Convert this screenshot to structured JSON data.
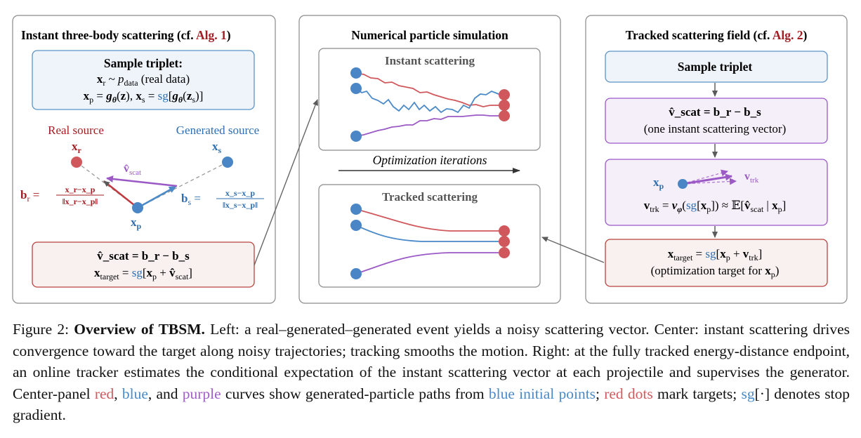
{
  "left_panel": {
    "title": "Instant three-body scattering (cf.",
    "title_ref": "Alg. 1",
    "title_close": ")",
    "triplet_box": {
      "title": "Sample triplet:",
      "line1": "x_r ~ p_data (real data)",
      "line1_suffix": "(real data)",
      "line2": "x_p = g_θ(z), x_s = sg[g_θ(z_s)]"
    },
    "real_source": "Real source",
    "generated_source": "Generated source",
    "x_r": "x",
    "x_r_sub": "r",
    "x_s": "x",
    "x_s_sub": "s",
    "x_p": "x",
    "x_p_sub": "p",
    "v_scat": "v̂",
    "v_scat_sub": "scat",
    "b_r_lhs": "b",
    "b_r_lhs_sub": "r",
    "b_r_num": "x_r−x_p",
    "b_r_den": "‖x_r−x_p‖",
    "b_s_lhs": "b",
    "b_s_lhs_sub": "s",
    "b_s_num": "x_s−x_p",
    "b_s_den": "‖x_s−x_p‖",
    "bottom_line1": "v̂_scat = b_r − b_s",
    "bottom_line2": "x_target = sg[x_p + v̂_scat]"
  },
  "center_panel": {
    "title": "Numerical particle simulation",
    "top_subtitle": "Instant scattering",
    "arrow_label": "Optimization iterations",
    "bottom_subtitle": "Tracked scattering"
  },
  "right_panel": {
    "title": "Tracked scattering field (cf.",
    "title_ref": "Alg. 2",
    "title_close": ")",
    "box1": "Sample triplet",
    "box2_line1": "v̂_scat = b_r − b_s",
    "box2_line2": "(one instant scattering vector)",
    "box3_xp": "x_p",
    "box3_vtrk": "v_trk",
    "box3_formula": "v_trk = v_φ(sg[x_p]) ≈ E[v̂_scat | x_p]",
    "box4_line1": "x_target = sg[x_p + v_trk]",
    "box4_line2": "(optimization target for x_p)"
  },
  "caption": {
    "label": "Figure 2:",
    "bold": "Overview of TBSM.",
    "t1": "Left: a real–generated–generated event yields a noisy scattering vector. Center: instant scattering drives convergence toward the target along noisy trajectories; tracking smooths the motion. Right: at the fully tracked energy-distance endpoint, an online tracker estimates the conditional expectation of the instant scattering vector at each projectile and supervises the generator. Center-panel",
    "red": "red",
    "comma": ",",
    "blue": "blue",
    "and": ", and",
    "purple": "purple",
    "t2": "curves show generated-particle paths from",
    "blue_points": "blue initial points",
    "semi": ";",
    "red_dots": "red dots",
    "t3": "mark targets;",
    "sg": "sg",
    "t4": "[·] denotes stop gradient."
  },
  "colors": {
    "red_line": "#d0585c",
    "blue_line": "#4a8ac8",
    "purple_line": "#9b59c6",
    "red_dot": "#d0585c",
    "blue_dot": "#4a86c5",
    "panel_border": "#8a8a8a",
    "left_box_fill": "#eef4fa",
    "left_box_stroke": "#5a93c8",
    "red_box_fill": "#f8f1ef",
    "red_box_stroke": "#b8443e",
    "purple_box_fill": "#f5eff9",
    "purple_box_stroke": "#9b59c6"
  }
}
